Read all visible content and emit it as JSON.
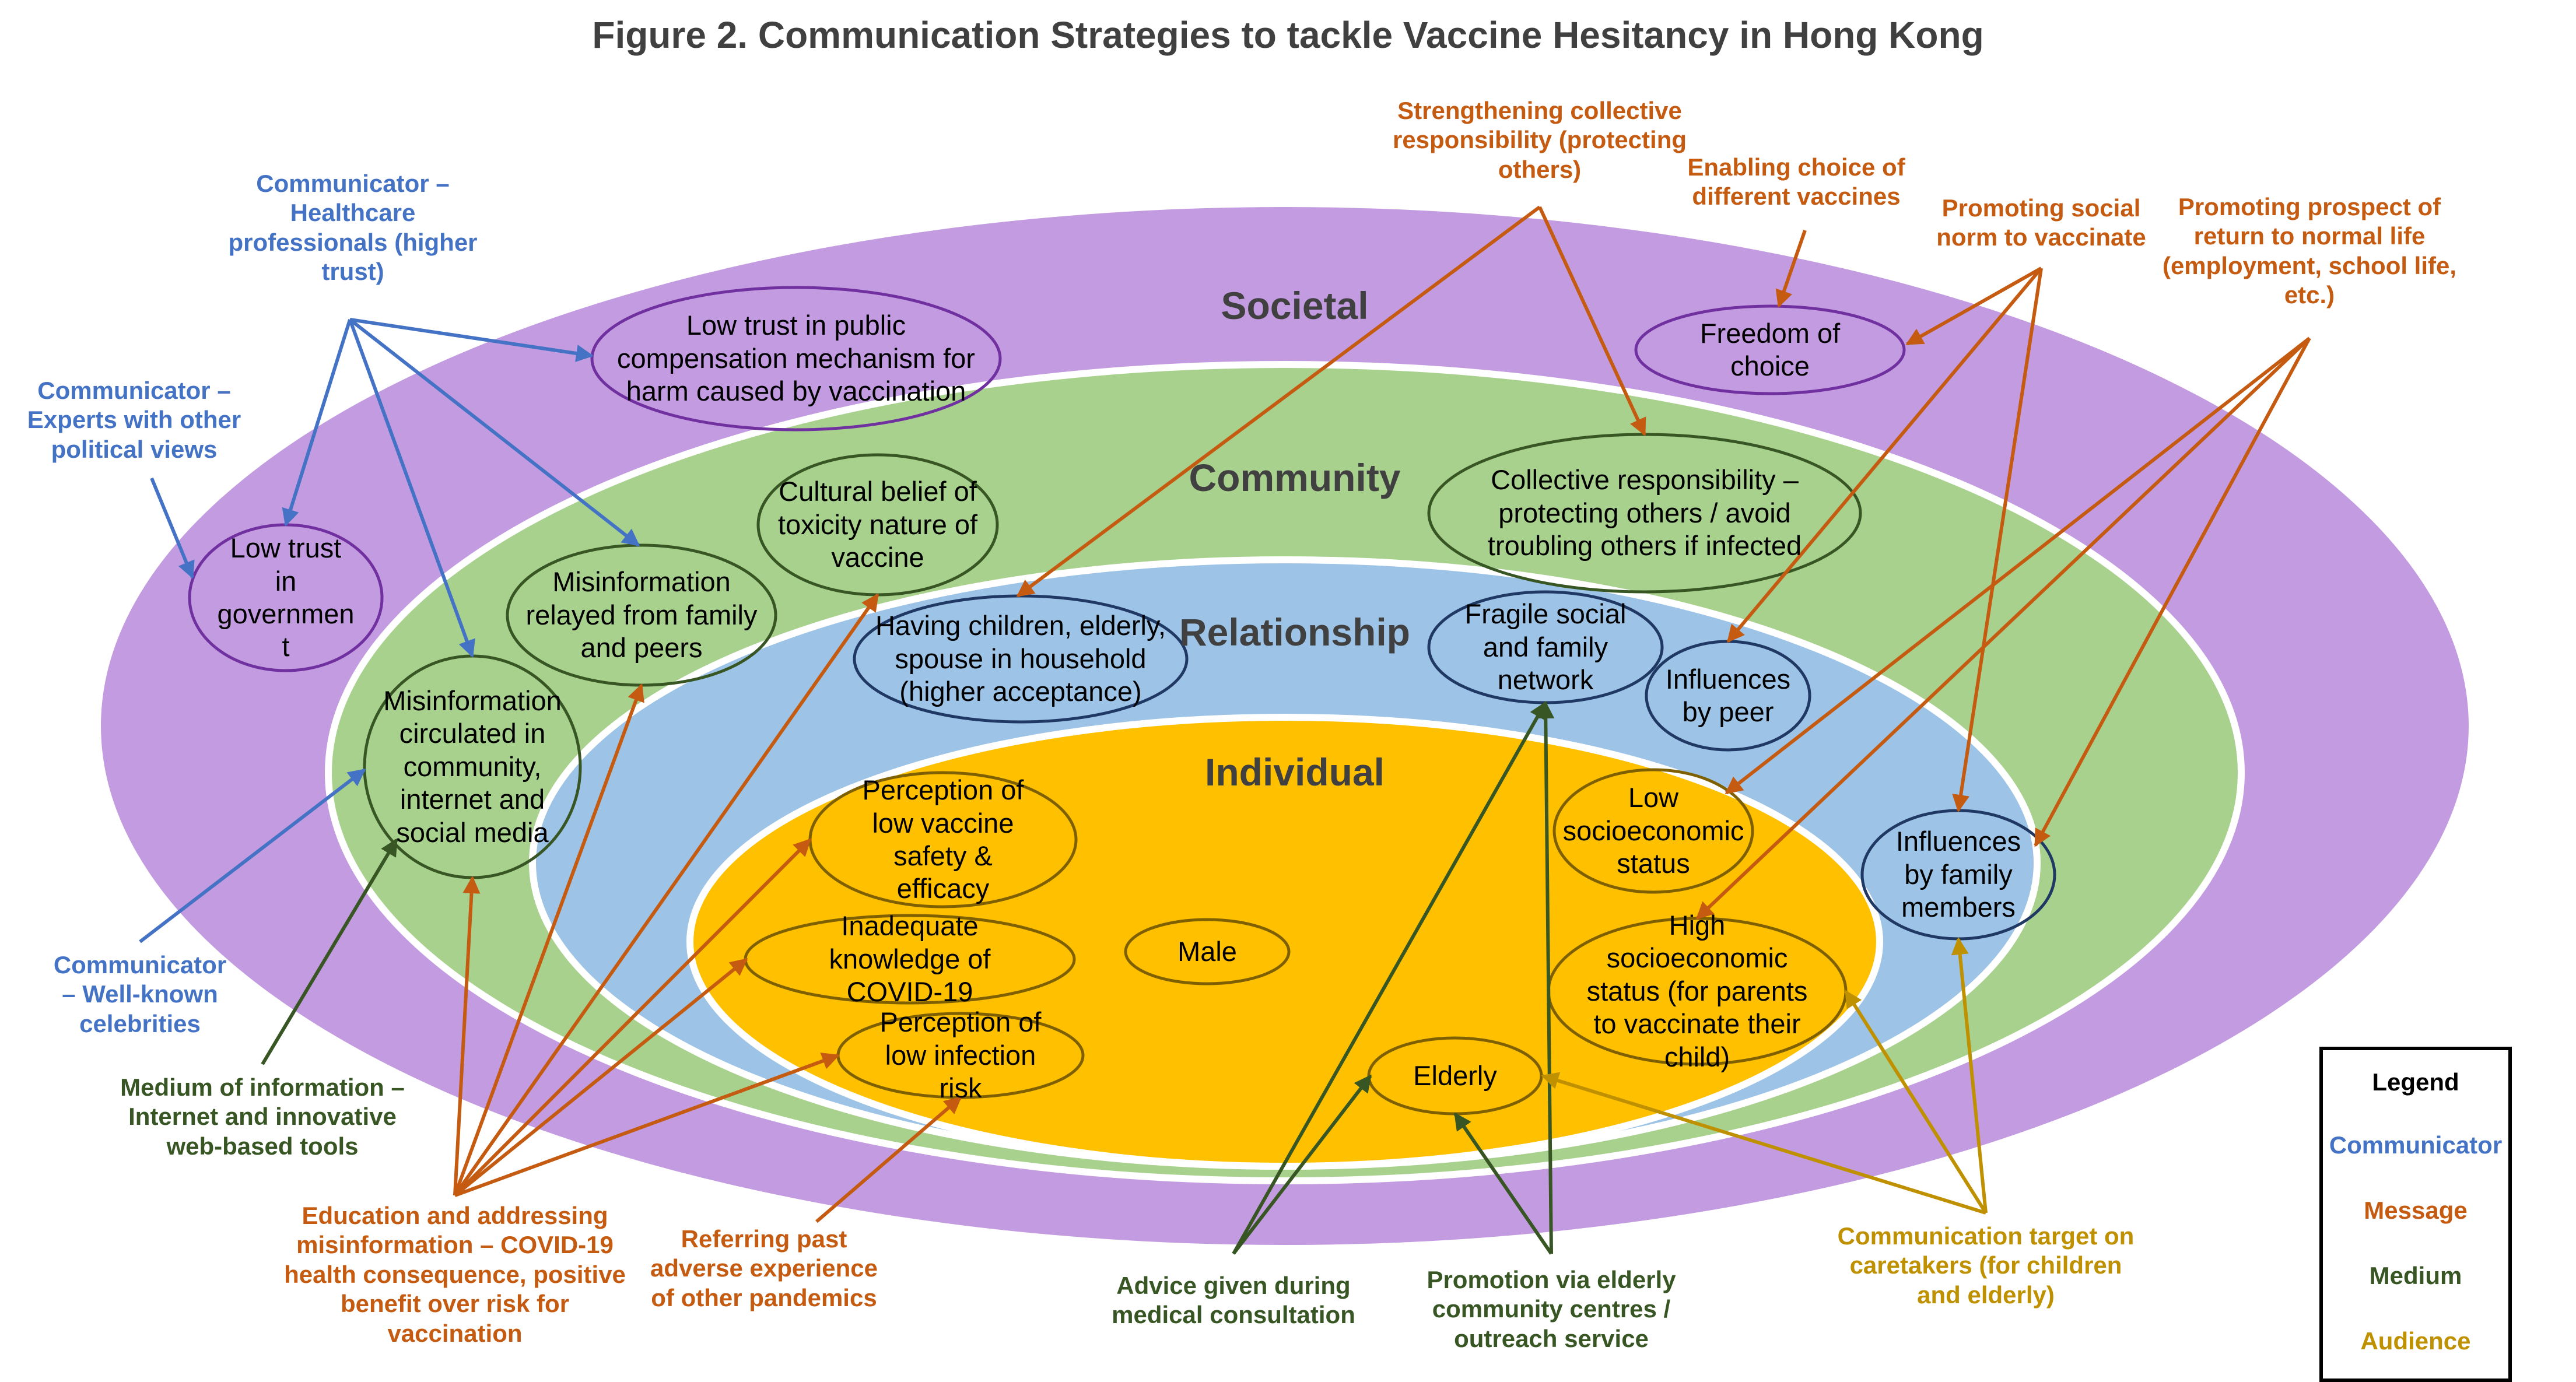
{
  "title": "Figure 2. Communication Strategies to tackle Vaccine Hesitancy in Hong Kong",
  "zones": {
    "societal": "Societal",
    "community": "Community",
    "relationship": "Relationship",
    "individual": "Individual"
  },
  "nodes": {
    "low_trust_compensation": "Low trust in public compensation mechanism for harm caused by vaccination",
    "freedom_of_choice": "Freedom of choice",
    "low_trust_government": "Low trust in governmen t",
    "misinfo_family_peers": "Misinformation relayed from family and peers",
    "cultural_belief": "Cultural belief of toxicity nature of vaccine",
    "collective_responsibility": "Collective responsibility – protecting others / avoid troubling others if infected",
    "misinfo_community": "Misinformation circulated in community, internet and social media",
    "children_elderly_household": "Having children, elderly, spouse in household (higher acceptance)",
    "fragile_network": "Fragile social and family network",
    "influences_peer": "Influences by peer",
    "influences_family": "Influences by family members",
    "perception_safety": "Perception of low vaccine safety & efficacy",
    "inadequate_knowledge": "Inadequate knowledge of COVID-19",
    "male": "Male",
    "perception_infection": "Perception of low infection risk",
    "low_ses": "Low socioeconomic status",
    "high_ses": "High socioeconomic status (for parents to vaccinate their child)",
    "elderly": "Elderly"
  },
  "annotations": {
    "comm_healthcare": "Communicator – Healthcare professionals (higher trust)",
    "comm_experts": "Communicator – Experts with other political views",
    "comm_celebrities": "Communicator – Well-known celebrities",
    "msg_collective": "Strengthening collective responsibility (protecting others)",
    "msg_choice": "Enabling choice of different vaccines",
    "msg_social_norm": "Promoting social norm to vaccinate",
    "msg_normal_life": "Promoting prospect of return to normal life (employment, school life, etc.)",
    "med_internet": "Medium of information – Internet and innovative web-based tools",
    "msg_education": "Education and addressing misinformation – COVID-19 health consequence, positive benefit over risk for vaccination",
    "msg_past_experience": "Referring past adverse experience of other pandemics",
    "med_consultation": "Advice given during medical consultation",
    "med_elderly_centres": "Promotion via elderly community centres / outreach service",
    "aud_caretakers": "Communication target on caretakers (for children and elderly)"
  },
  "legend": {
    "title": "Legend",
    "communicator": "Communicator",
    "message": "Message",
    "medium": "Medium",
    "audience": "Audience"
  },
  "colors": {
    "societal_fill": "#C39BE0",
    "community_fill": "#A9D18E",
    "relationship_fill": "#9DC3E6",
    "individual_fill": "#FFC000",
    "societal_node_border": "#7030A0",
    "community_node_border": "#375623",
    "relationship_node_border": "#1F3864",
    "individual_node_border": "#7F6000",
    "communicator": "#4472C4",
    "message": "#C55A11",
    "medium": "#375623",
    "audience": "#BF9000"
  }
}
